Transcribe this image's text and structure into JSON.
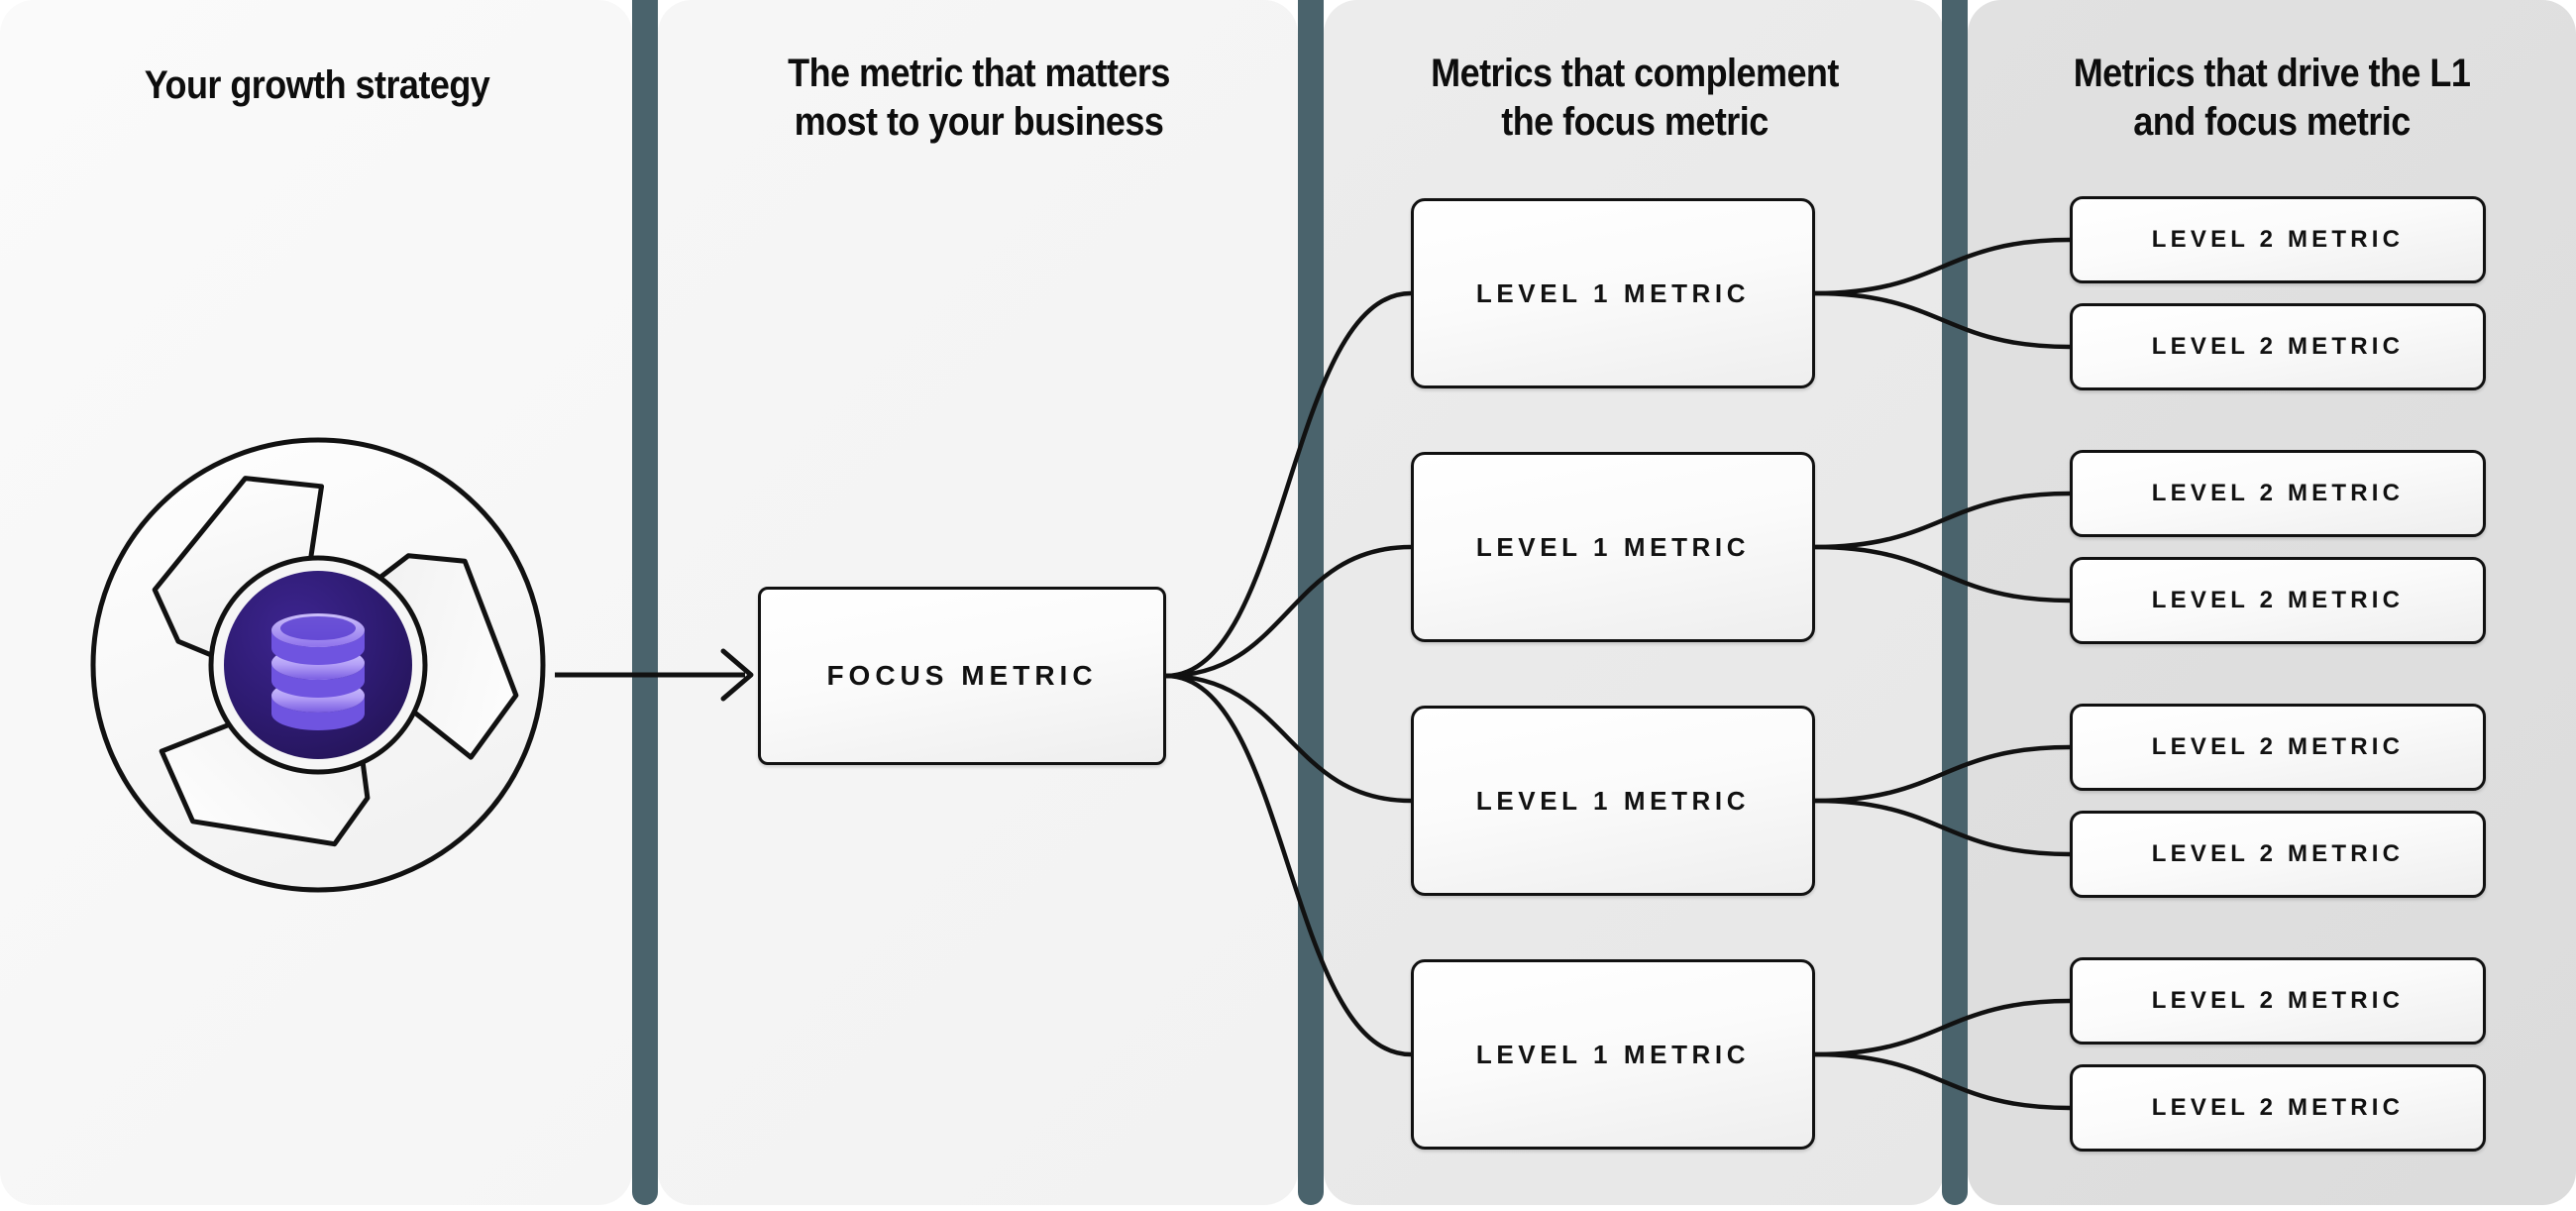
{
  "columns": [
    {
      "id": "growth-strategy",
      "title": "Your growth strategy"
    },
    {
      "id": "focus-metric",
      "title_line1": "The metric that matters",
      "title_line2": "most to your business"
    },
    {
      "id": "complement",
      "title_line1": "Metrics that complement",
      "title_line2": "the focus metric"
    },
    {
      "id": "drivers",
      "title_line1": "Metrics that drive the L1",
      "title_line2": "and focus metric"
    }
  ],
  "logo": {
    "name": "pinwheel-database-logo",
    "inner_icon": "database-icon",
    "circle_color": "#2c1a6b",
    "icon_color": "#b9a8f7",
    "icon_shade": "#6b4fd8",
    "blade_color": "#fbfbfb",
    "stroke_color": "#111111"
  },
  "arrow": {
    "name": "logo-to-focus-arrow"
  },
  "nodes": {
    "focus": {
      "label": "FOCUS METRIC"
    },
    "level1": [
      {
        "label": "LEVEL 1 METRIC"
      },
      {
        "label": "LEVEL 1 METRIC"
      },
      {
        "label": "LEVEL 1 METRIC"
      },
      {
        "label": "LEVEL 1 METRIC"
      }
    ],
    "level2": [
      {
        "label": "LEVEL 2 METRIC"
      },
      {
        "label": "LEVEL 2 METRIC"
      },
      {
        "label": "LEVEL 2 METRIC"
      },
      {
        "label": "LEVEL 2 METRIC"
      },
      {
        "label": "LEVEL 2 METRIC"
      },
      {
        "label": "LEVEL 2 METRIC"
      },
      {
        "label": "LEVEL 2 METRIC"
      },
      {
        "label": "LEVEL 2 METRIC"
      }
    ]
  },
  "colors": {
    "divider": "#4a636c",
    "panel_1": "#fafafa",
    "panel_2": "#f4f4f4",
    "panel_3": "#eaeaea",
    "panel_4": "#dedede",
    "node_border": "#111111",
    "text": "#0d0d0d"
  }
}
